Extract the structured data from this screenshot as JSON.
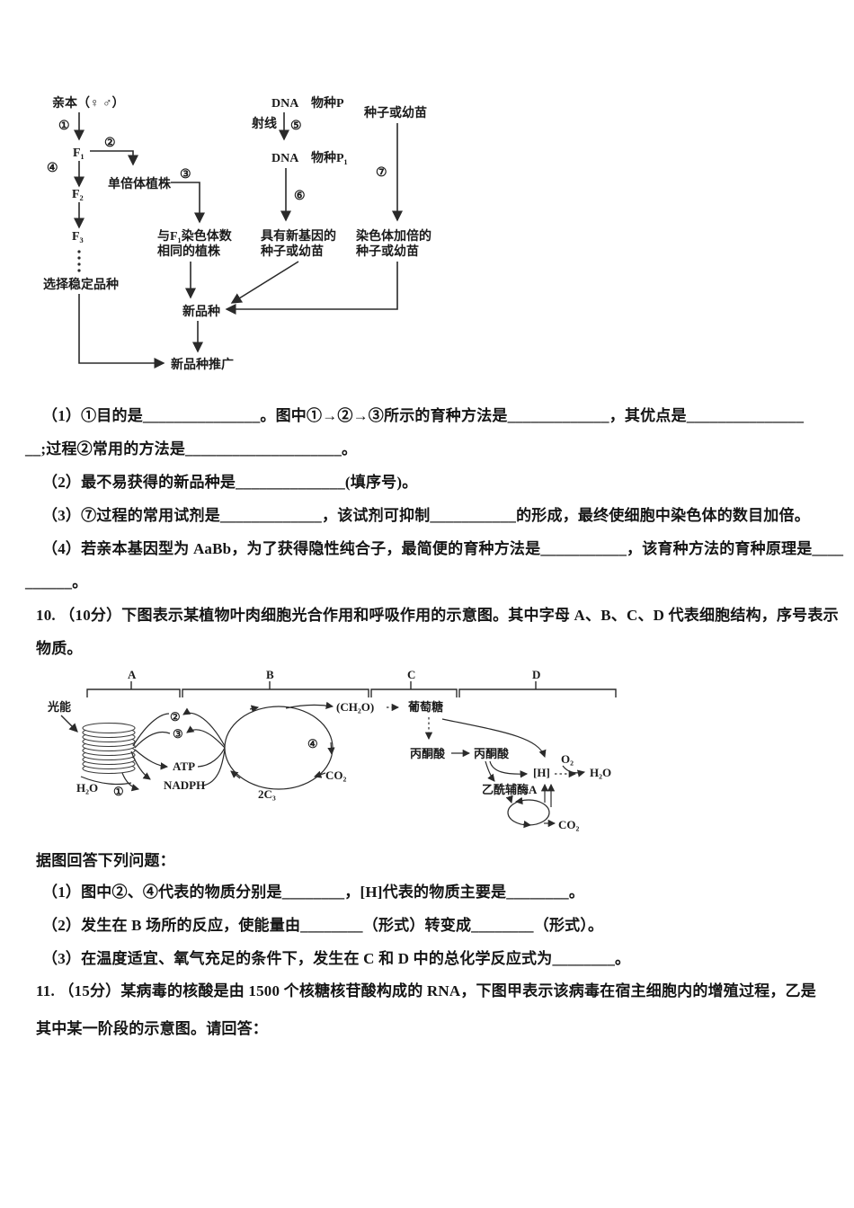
{
  "q9": {
    "flow": {
      "parents": "亲本（♀ ♂）",
      "n1": "①",
      "n2": "②",
      "n3": "③",
      "n4": "④",
      "n5": "⑤",
      "n6": "⑥",
      "n7": "⑦",
      "f1": "F₁",
      "f2": "F₂",
      "f3": "F₃",
      "haploid": "单倍体植株",
      "select_stable": "选择稳定品种",
      "same_chrom_1": "与F₁染色体数",
      "same_chrom_2": "相同的植株",
      "new_variety": "新品种",
      "promotion": "新品种推广",
      "dna_a": "DNA",
      "species_p": "物种P",
      "dna_b": "DNA",
      "species_p1": "物种P₁",
      "ray": "射线",
      "new_gene_1": "具有新基因的",
      "new_gene_2": "种子或幼苗",
      "seedling": "种子或幼苗",
      "doubled_1": "染色体加倍的",
      "doubled_2": "种子或幼苗"
    },
    "lines": {
      "l1": "（1）①目的是_______________。图中①→②→③所示的育种方法是_____________，其优点是_______________",
      "l2": "__;过程②常用的方法是____________________。",
      "l3": "（2）最不易获得的新品种是______________(填序号)。",
      "l4": "（3）⑦过程的常用试剂是_____________，该试剂可抑制___________的形成，最终使细胞中染色体的数目加倍。",
      "l5": "（4）若亲本基因型为 AaBb，为了获得隐性纯合子，最简便的育种方法是___________，该育种方法的育种原理是____",
      "l6": "______。"
    }
  },
  "q10": {
    "intro_1": "10. （10分）下图表示某植物叶肉细胞光合作用和呼吸作用的示意图。其中字母 A、B、C、D 代表细胞结构，序号表示",
    "intro_2": "物质。",
    "prompt": "据图回答下列问题：",
    "item1": "（1）图中②、④代表的物质分别是________，[H]代表的物质主要是________。",
    "item2": "（2）发生在 B 场所的反应，使能量由________（形式）转变成________（形式）。",
    "item3": "（3）在温度适宜、氧气充足的条件下，发生在 C 和 D 中的总化学反应式为________。",
    "diagram": {
      "region_a": "A",
      "region_b": "B",
      "region_c": "C",
      "region_d": "D",
      "light": "光能",
      "h2o": "H₂O",
      "n1": "①",
      "n2": "②",
      "n3": "③",
      "n4": "④",
      "atp": "ATP",
      "nadph": "NADPH",
      "co2_in": "CO₂",
      "c3": "2C₃",
      "ch2o": "(CH₂O)",
      "glucose": "葡萄糖",
      "pyruvate_a": "丙酮酸",
      "pyruvate_b": "丙酮酸",
      "h_carrier": "[H]",
      "o2": "O₂",
      "h2o_out": "H₂O",
      "acetyl_coa": "乙酰辅酶A",
      "co2_out": "CO₂"
    }
  },
  "q11": {
    "line_1": "11. （15分）某病毒的核酸是由 1500 个核糖核苷酸构成的 RNA，下图甲表示该病毒在宿主细胞内的增殖过程，乙是",
    "line_2": "其中某一阶段的示意图。请回答："
  }
}
